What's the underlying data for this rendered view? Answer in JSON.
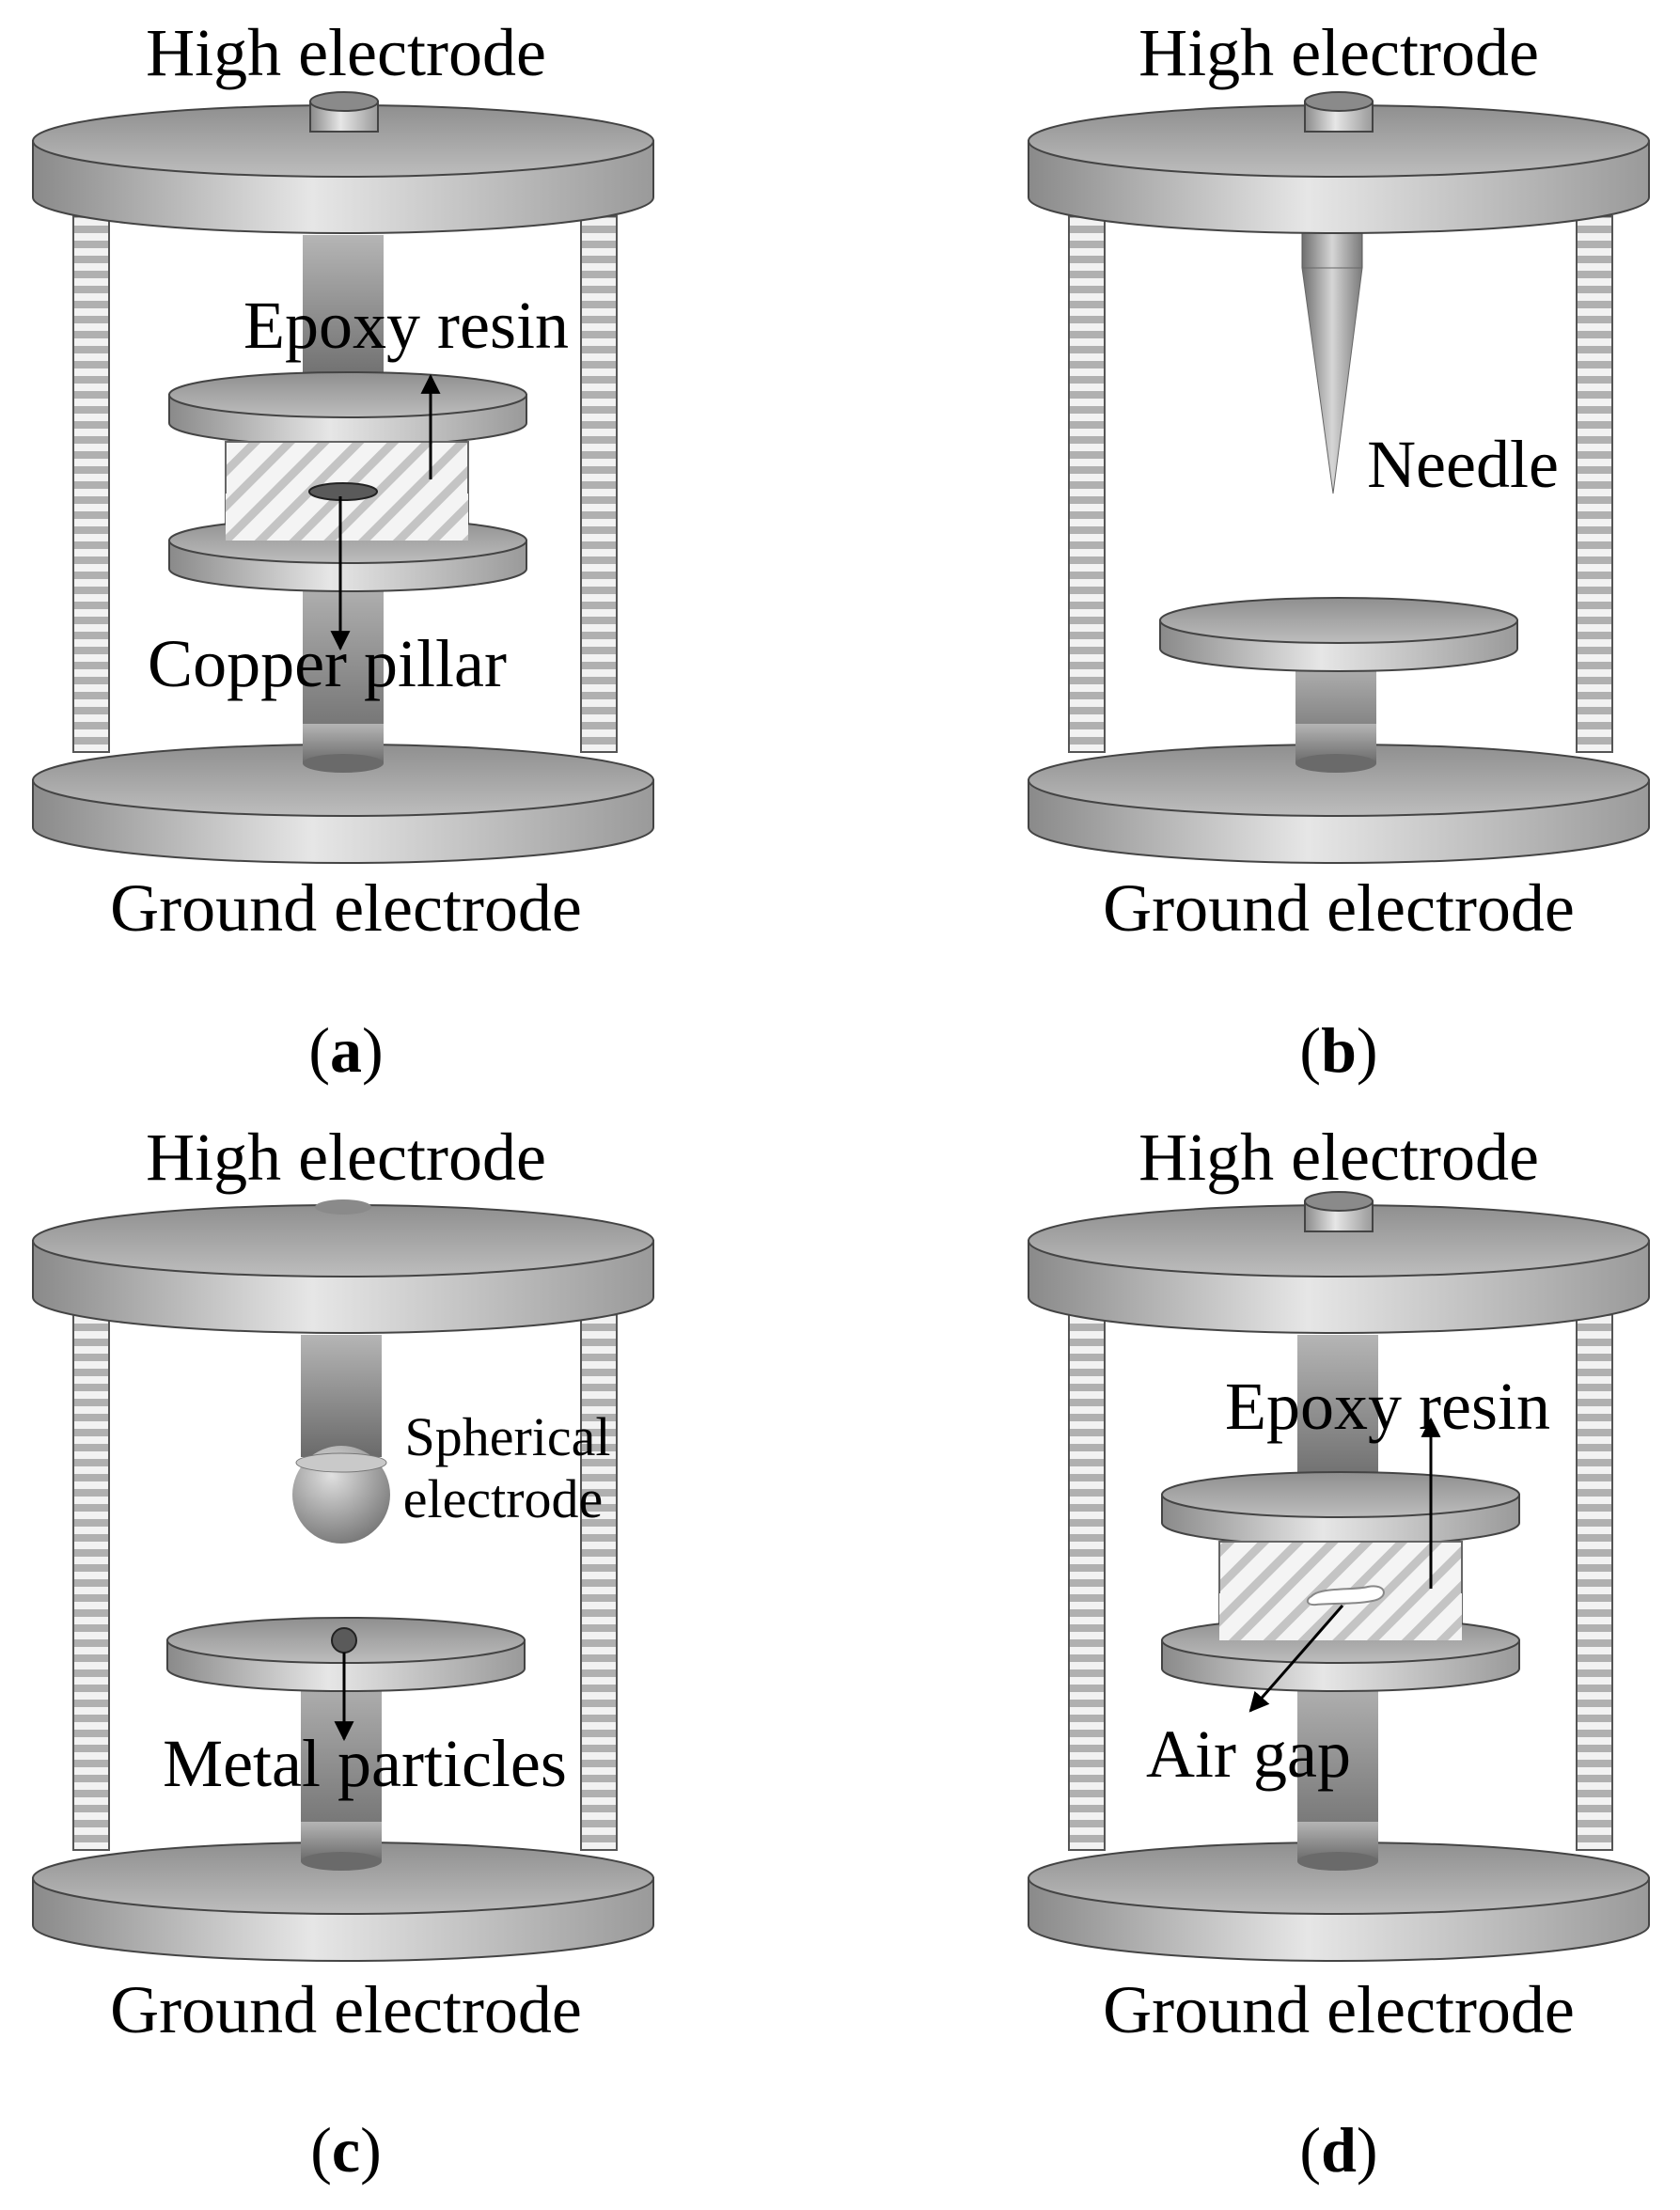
{
  "panels": {
    "a": {
      "letter": "a",
      "top_label": "High electrode",
      "bottom_label": "Ground electrode",
      "label_1": "Epoxy resin",
      "label_2": "Copper pillar"
    },
    "b": {
      "letter": "b",
      "top_label": "High electrode",
      "bottom_label": "Ground electrode",
      "label_1": "Needle"
    },
    "c": {
      "letter": "c",
      "top_label": "High electrode",
      "bottom_label": "Ground electrode",
      "label_1a": "Spherical",
      "label_1b": "electrode",
      "label_2": "Metal particles"
    },
    "d": {
      "letter": "d",
      "top_label": "High electrode",
      "bottom_label": "Ground electrode",
      "label_1": "Epoxy resin",
      "label_2": "Air gap"
    }
  },
  "colors": {
    "metal_light": "#e6e6e6",
    "metal_dark": "#8a8a8a",
    "pillar_dark": "#6e6e6e",
    "hatch": "#bdbdbd",
    "outline": "#333333"
  }
}
